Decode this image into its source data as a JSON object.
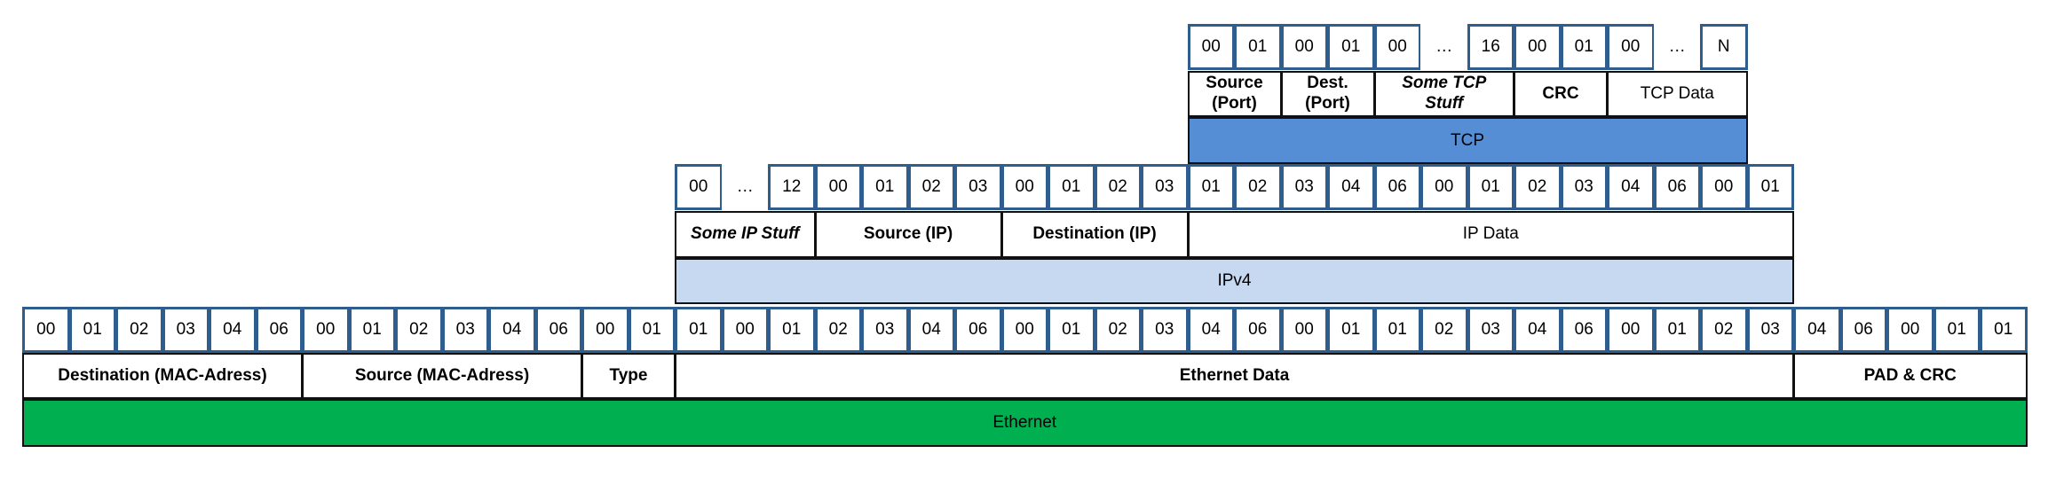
{
  "tcp": {
    "bytes": [
      "00",
      "01",
      "00",
      "01",
      "00",
      "…",
      "16",
      "00",
      "01",
      "00",
      "…",
      "N"
    ],
    "fields": [
      {
        "label": "Source\n(Port)",
        "bold": true,
        "italic": false
      },
      {
        "label": "Dest.\n(Port)",
        "bold": true,
        "italic": false
      },
      {
        "label": "Some TCP\nStuff",
        "bold": true,
        "italic": true
      },
      {
        "label": "CRC",
        "bold": true,
        "italic": false
      },
      {
        "label": "TCP Data",
        "bold": false,
        "italic": false
      }
    ],
    "band": {
      "label": "TCP",
      "color": "#558ed5"
    }
  },
  "ip": {
    "bytes": [
      "00",
      "…",
      "12",
      "00",
      "01",
      "02",
      "03",
      "00",
      "01",
      "02",
      "03",
      "01",
      "02",
      "03",
      "04",
      "06",
      "00",
      "01",
      "02",
      "03",
      "04",
      "06",
      "00",
      "01"
    ],
    "fields": [
      {
        "label": "Some IP Stuff",
        "bold": true,
        "italic": true
      },
      {
        "label": "Source (IP)",
        "bold": true,
        "italic": false
      },
      {
        "label": "Destination (IP)",
        "bold": true,
        "italic": false
      },
      {
        "label": "IP Data",
        "bold": false,
        "italic": false
      }
    ],
    "band": {
      "label": "IPv4",
      "color": "#c6d9f1"
    }
  },
  "eth": {
    "bytes": [
      "00",
      "01",
      "02",
      "03",
      "04",
      "06",
      "00",
      "01",
      "02",
      "03",
      "04",
      "06",
      "00",
      "01",
      "01",
      "00",
      "01",
      "02",
      "03",
      "04",
      "06",
      "00",
      "01",
      "02",
      "03",
      "04",
      "06",
      "00",
      "01",
      "01",
      "02",
      "03",
      "04",
      "06",
      "00",
      "01",
      "02",
      "03",
      "04",
      "06",
      "00",
      "01",
      "01"
    ],
    "fields": [
      {
        "label": "Destination (MAC-Adress)",
        "bold": true,
        "italic": false
      },
      {
        "label": "Source (MAC-Adress)",
        "bold": true,
        "italic": false
      },
      {
        "label": "Type",
        "bold": true,
        "italic": false
      },
      {
        "label": "Ethernet Data",
        "bold": true,
        "italic": false
      },
      {
        "label": "PAD & CRC",
        "bold": true,
        "italic": false
      }
    ],
    "band": {
      "label": "Ethernet",
      "color": "#00b050"
    }
  }
}
